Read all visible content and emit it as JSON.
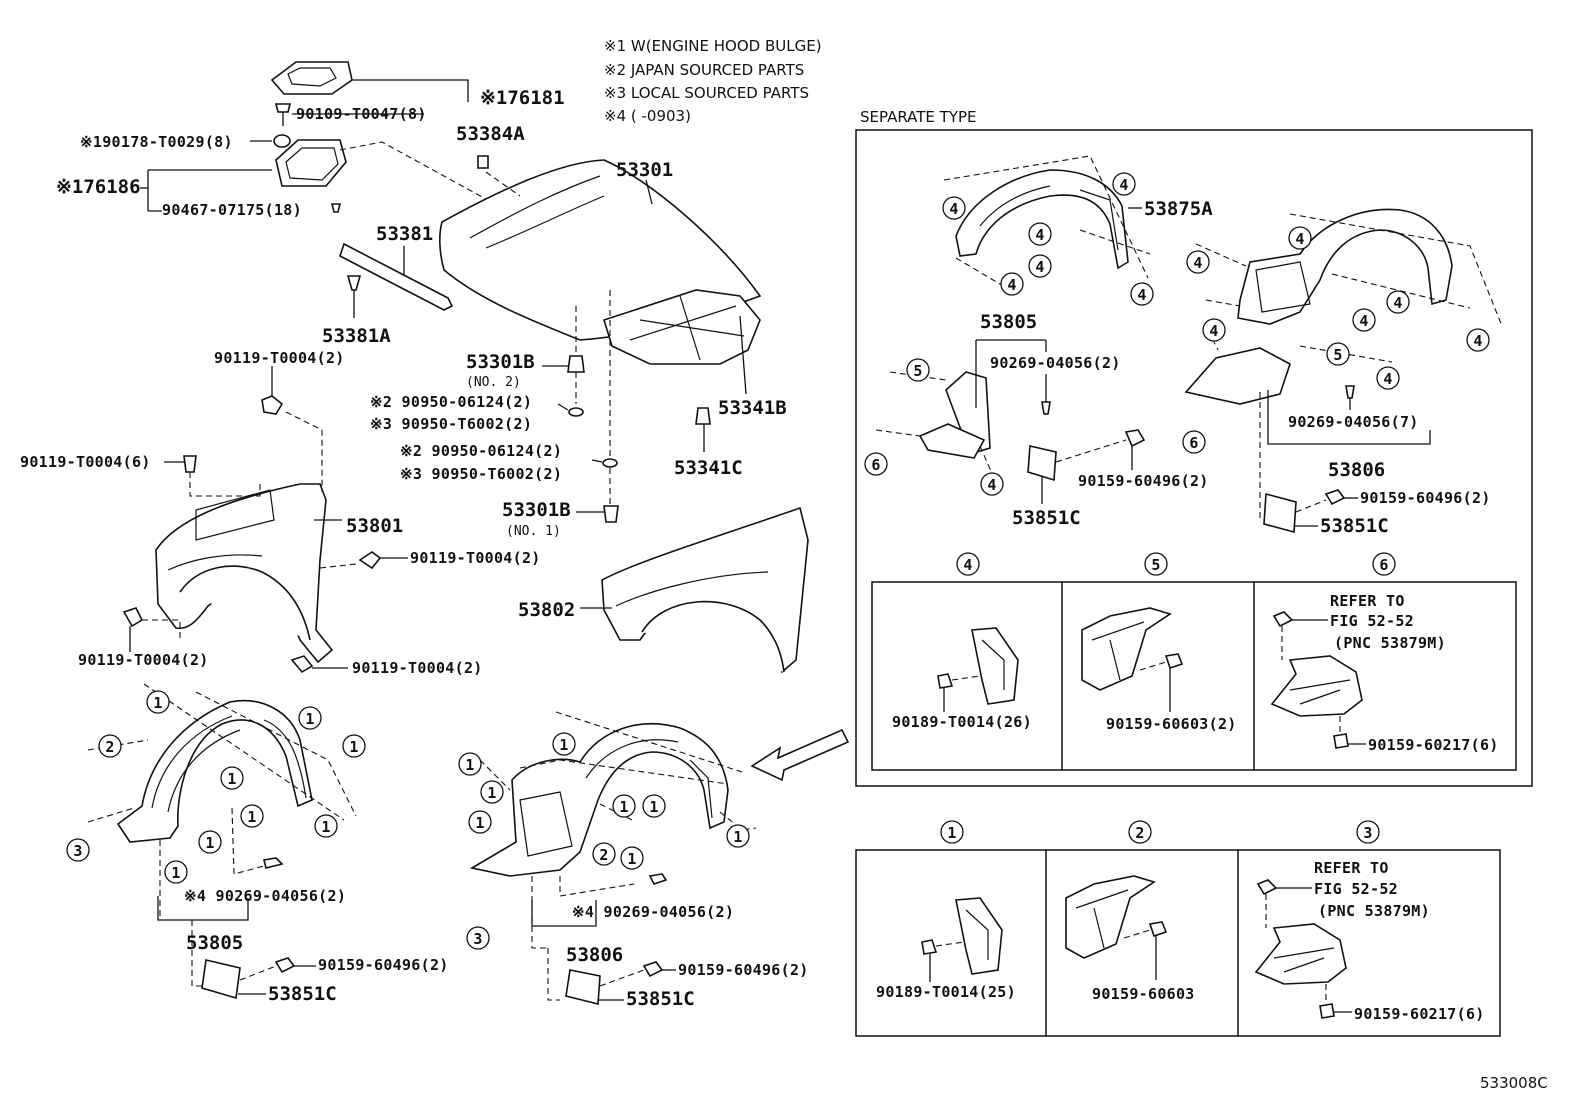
{
  "notes": [
    "※1 W(ENGINE HOOD BULGE)",
    "※2 JAPAN SOURCED PARTS",
    "※3 LOCAL SOURCED PARTS",
    "※4 (        -0903)"
  ],
  "separate_type_title": "SEPARATE TYPE",
  "figure_code": "533008C",
  "labels": {
    "p76181": "※176181",
    "p90109": "90109-T0047(8)",
    "p90178": "※190178-T0029(8)",
    "p76186": "※176186",
    "p90467": "90467-07175(18)",
    "p53384A": "53384A",
    "p53301": "53301",
    "p53381": "53381",
    "p53381A": "53381A",
    "p53301B_2": "53301B",
    "no2": "(NO. 2)",
    "s2a": "※2 90950-06124(2)",
    "s3a": "※3 90950-T6002(2)",
    "s2b": "※2 90950-06124(2)",
    "s3b": "※3 90950-T6002(2)",
    "p53301B_1": "53301B",
    "no1": "(NO. 1)",
    "p53341B": "53341B",
    "p53341C": "53341C",
    "p90119_a": "90119-T0004(2)",
    "p90119_b": "90119-T0004(6)",
    "p53801": "53801",
    "p90119_c": "90119-T0004(2)",
    "p90119_d": "90119-T0004(2)",
    "p90119_e": "90119-T0004(2)",
    "p53802": "53802",
    "l_s4_90269": "※4 90269-04056(2)",
    "l_53805": "53805",
    "l_90159_a": "90159-60496(2)",
    "l_53851C_a": "53851C",
    "r_s4_90269": "※4 90269-04056(2)",
    "r_53806": "53806",
    "r_90159_b": "90159-60496(2)",
    "r_53851C_b": "53851C",
    "st_53875A": "53875A",
    "st_53805": "53805",
    "st_90269_2": "90269-04056(2)",
    "st_90159_a": "90159-60496(2)",
    "st_53851C_a": "53851C",
    "st_90269_7": "90269-04056(7)",
    "st_53806": "53806",
    "st_90159_b": "90159-60496(2)",
    "st_53851C_b": "53851C"
  },
  "markers": [
    "1",
    "2",
    "3",
    "4",
    "5",
    "6"
  ],
  "detail_upper": {
    "d4": {
      "num": "4",
      "part": "90189-T0014(26)"
    },
    "d5": {
      "num": "5",
      "part": "90159-60603(2)"
    },
    "d6": {
      "num": "6",
      "refer1": "REFER TO",
      "refer2": "FIG 52-52",
      "refer3": "(PNC 53879M)",
      "part": "90159-60217(6)"
    }
  },
  "detail_lower": {
    "d1": {
      "num": "1",
      "part": "90189-T0014(25)"
    },
    "d2": {
      "num": "2",
      "part": "90159-60603"
    },
    "d3": {
      "num": "3",
      "refer1": "REFER TO",
      "refer2": "FIG 52-52",
      "refer3": "(PNC 53879M)",
      "part": "90159-60217(6)"
    }
  }
}
